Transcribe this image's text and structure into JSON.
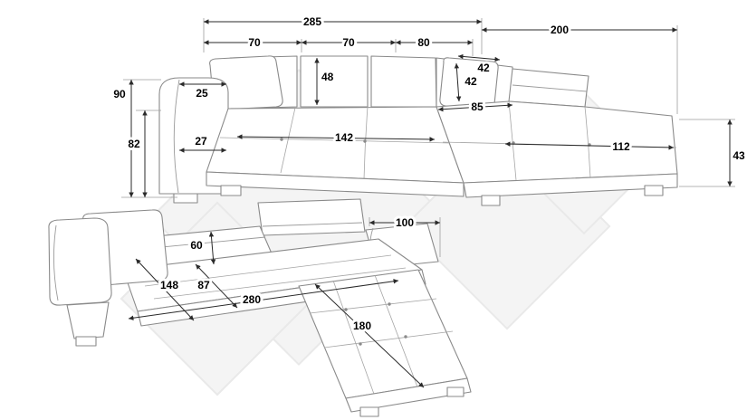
{
  "colors": {
    "line_art": "#8a8a8a",
    "dimension_ink": "#1a1a1a",
    "watermark": "#f4f4f4"
  },
  "top_view": {
    "overall_width": "285",
    "chaise_total_length": "200",
    "back_section_a": "70",
    "back_section_b": "70",
    "back_section_c": "80",
    "cushion_height": "48",
    "pillow_width": "42",
    "pillow_height": "42",
    "armrest_top_width": "25",
    "corner_back_width": "85",
    "backrest_height": "90",
    "armrest_height": "82",
    "armrest_front_width": "27",
    "seat_length": "142",
    "chaise_seat_length": "112",
    "seat_height": "43"
  },
  "bottom_view": {
    "armrest_block_width": "100",
    "back_depth": "60",
    "total_depth": "148",
    "seat_depth": "87",
    "sleeping_length": "280",
    "chaise_length": "180"
  }
}
